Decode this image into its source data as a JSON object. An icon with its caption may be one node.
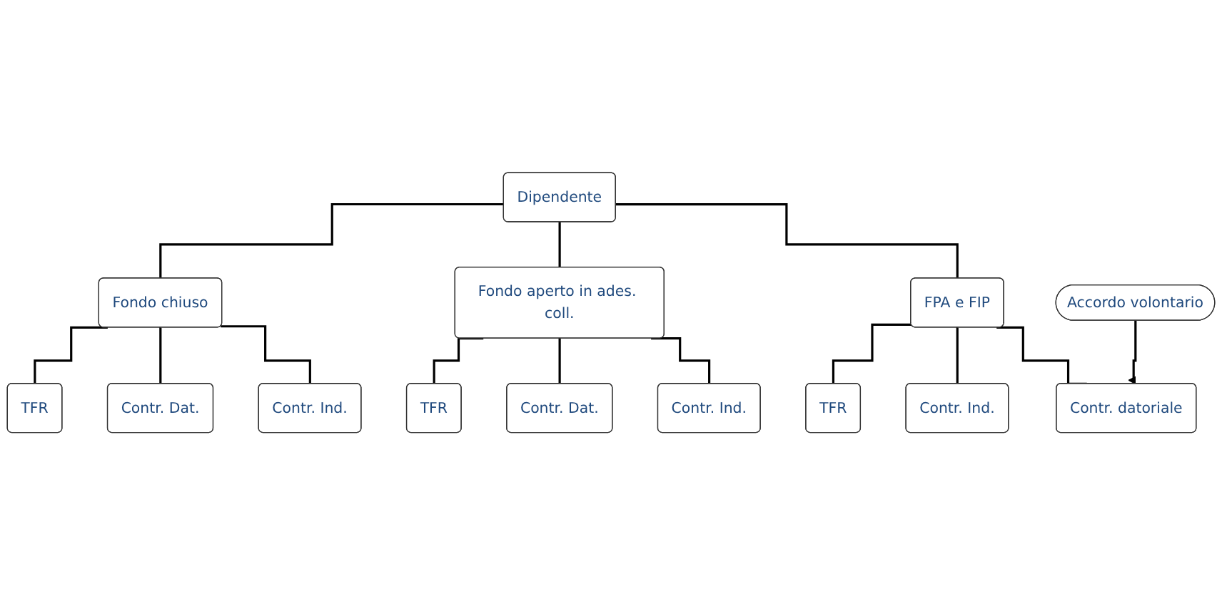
{
  "diagram": {
    "nodes": [
      {
        "text": [
          "Dipendente"
        ]
      },
      {
        "text": [
          "Fondo chiuso"
        ]
      },
      {
        "text": [
          "Fondo aperto in ades. coll."
        ]
      },
      {
        "text": [
          "FPA e FIP"
        ]
      },
      {
        "text": [
          "TFR"
        ]
      },
      {
        "text": [
          "Contr. Dat."
        ]
      },
      {
        "text": [
          "Contr. Ind."
        ]
      },
      {
        "text": [
          "TFR"
        ]
      },
      {
        "text": [
          "Contr. Dat."
        ]
      },
      {
        "text": [
          "Contr. Ind."
        ]
      },
      {
        "text": [
          "TFR"
        ]
      },
      {
        "text": [
          "Contr. Ind."
        ]
      },
      {
        "text": [
          "Contr. datoriale"
        ]
      },
      {
        "text": [
          "Accordo volontario"
        ]
      }
    ],
    "edges": [
      {
        "from": 0,
        "to": 1,
        "arrow": "none"
      },
      {
        "from": 0,
        "to": 2,
        "arrow": "none"
      },
      {
        "from": 0,
        "to": 3,
        "arrow": "none"
      },
      {
        "from": 1,
        "to": 4,
        "arrow": "none"
      },
      {
        "from": 1,
        "to": 5,
        "arrow": "none"
      },
      {
        "from": 1,
        "to": 6,
        "arrow": "none"
      },
      {
        "from": 2,
        "to": 7,
        "arrow": "none"
      },
      {
        "from": 2,
        "to": 8,
        "arrow": "none"
      },
      {
        "from": 2,
        "to": 9,
        "arrow": "none"
      },
      {
        "from": 3,
        "to": 10,
        "arrow": "none"
      },
      {
        "from": 3,
        "to": 11,
        "arrow": "none"
      },
      {
        "from": 3,
        "to": 12,
        "arrow": "none"
      },
      {
        "from": 13,
        "to": 12,
        "arrow": "to"
      }
    ]
  }
}
